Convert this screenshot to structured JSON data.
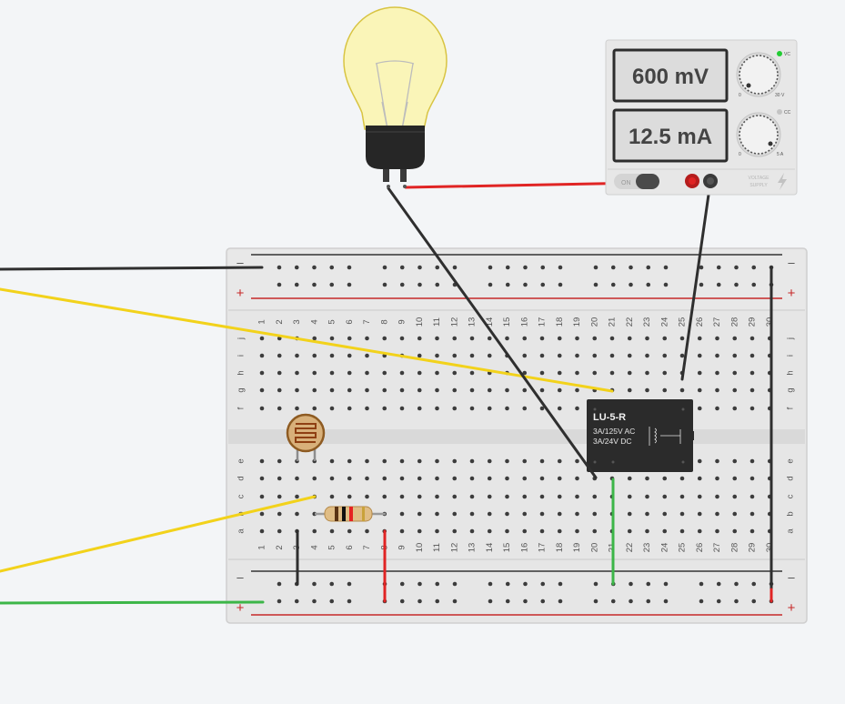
{
  "supply": {
    "voltage": "600 mV",
    "current": "12.5 mA",
    "vc_label": "VC",
    "cc_label": "CC",
    "v_min": "0",
    "v_max": "30 V",
    "a_min": "0",
    "a_max": "5 A",
    "switch_label": "ON",
    "brand_line1": "VOLTAGE",
    "brand_line2": "SUPPLY"
  },
  "relay": {
    "model": "LU-5-R",
    "rating_ac": "3A/125V AC",
    "rating_dc": "3A/24V  DC"
  },
  "breadboard": {
    "columns": [
      "1",
      "2",
      "3",
      "4",
      "5",
      "6",
      "7",
      "8",
      "9",
      "10",
      "11",
      "12",
      "13",
      "14",
      "15",
      "16",
      "17",
      "18",
      "19",
      "20",
      "21",
      "22",
      "23",
      "24",
      "25",
      "26",
      "27",
      "28",
      "29",
      "30"
    ],
    "rows_top": [
      "j",
      "i",
      "h",
      "g",
      "f"
    ],
    "rows_bottom": [
      "e",
      "d",
      "c",
      "b",
      "a"
    ],
    "rail_minus": "–",
    "rail_plus": "+"
  },
  "colors": {
    "wire_black": "#2f2f2f",
    "wire_red": "#e02424",
    "wire_yellow": "#f2d21b",
    "wire_green": "#3cb648",
    "rail_red": "#c62828",
    "led_vc": "#22cc33"
  },
  "components": {
    "bulb": "light-bulb",
    "ldr": "photoresistor",
    "resistor": "resistor"
  }
}
